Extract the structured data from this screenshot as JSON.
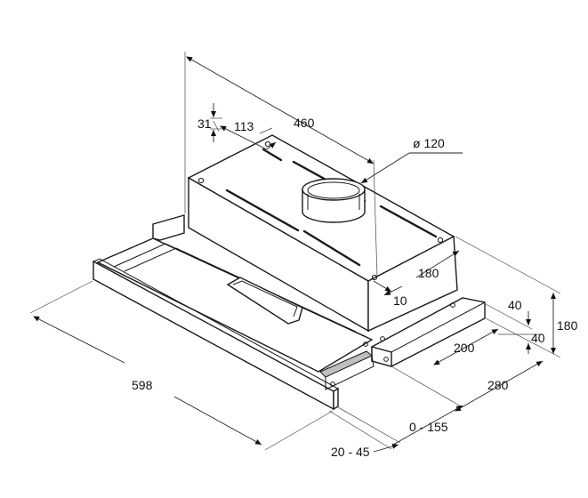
{
  "diagram": {
    "dimensions": {
      "d460": "460",
      "d113": "113",
      "d31": "31",
      "d120": "ø 120",
      "d180_depth": "180",
      "d10": "10",
      "d40_top": "40",
      "d40_right": "40",
      "d180_height": "180",
      "d200": "200",
      "d280": "280",
      "d598": "598",
      "d0_155": "0 - 155",
      "d20_45": "20 - 45"
    }
  }
}
